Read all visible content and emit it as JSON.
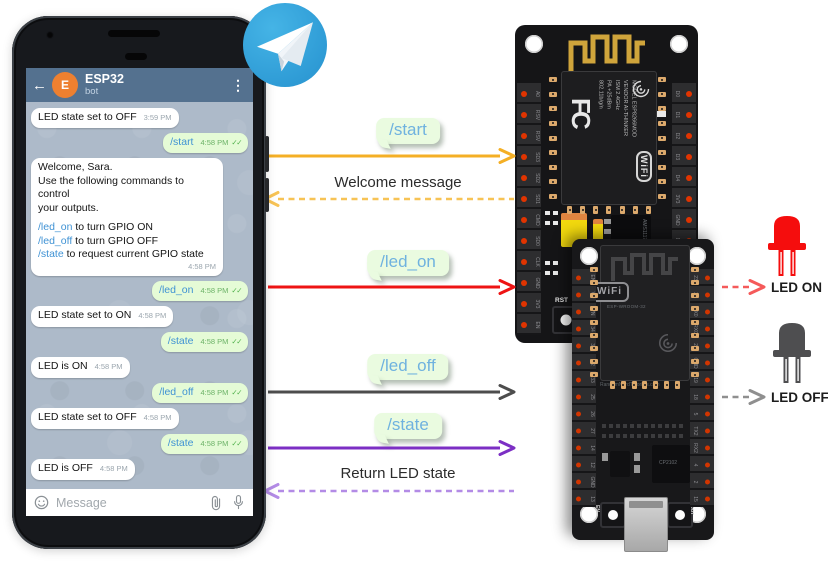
{
  "telegram_app": {
    "glyphs": {
      "back": "←",
      "menu": "⋮",
      "ticks": "✓✓"
    },
    "header": {
      "title": "ESP32",
      "subtitle": "bot",
      "avatar_letter": "E"
    },
    "messages": [
      {
        "dir": "in",
        "lines": [
          {
            "text": "LED state set to OFF"
          }
        ],
        "time": "3:59 PM"
      },
      {
        "dir": "out",
        "lines": [
          {
            "cmd": "/start"
          }
        ],
        "time": "4:58 PM",
        "ticks": true
      },
      {
        "dir": "in",
        "lines": [
          {
            "text": "Welcome, Sara."
          },
          {
            "text": "Use the following commands to control"
          },
          {
            "text": "your outputs."
          },
          {
            "gap": true
          },
          {
            "cmd": "/led_on",
            "text": " to turn GPIO ON"
          },
          {
            "cmd": "/led_off",
            "text": " to turn GPIO OFF"
          },
          {
            "cmd": "/state",
            "text": " to request current GPIO state"
          }
        ],
        "time": "4:58 PM"
      },
      {
        "dir": "out",
        "lines": [
          {
            "cmd": "/led_on"
          }
        ],
        "time": "4:58 PM",
        "ticks": true
      },
      {
        "dir": "in",
        "lines": [
          {
            "text": "LED state set to ON"
          }
        ],
        "time": "4:58 PM"
      },
      {
        "dir": "out",
        "lines": [
          {
            "cmd": "/state"
          }
        ],
        "time": "4:58 PM",
        "ticks": true
      },
      {
        "dir": "in",
        "lines": [
          {
            "text": "LED is ON"
          }
        ],
        "time": "4:58 PM"
      },
      {
        "dir": "out",
        "lines": [
          {
            "cmd": "/led_off"
          }
        ],
        "time": "4:58 PM",
        "ticks": true
      },
      {
        "dir": "in",
        "lines": [
          {
            "text": "LED state set to OFF"
          }
        ],
        "time": "4:58 PM"
      },
      {
        "dir": "out",
        "lines": [
          {
            "cmd": "/state"
          }
        ],
        "time": "4:58 PM",
        "ticks": true
      },
      {
        "dir": "in",
        "lines": [
          {
            "text": "LED is OFF"
          }
        ],
        "time": "4:58 PM"
      }
    ],
    "composer": {
      "placeholder": "Message"
    }
  },
  "flows": [
    {
      "kind": "command",
      "label": "/start",
      "color": "#F4AF25"
    },
    {
      "kind": "response",
      "label": "Welcome message",
      "color": "#F7C355"
    },
    {
      "kind": "command",
      "label": "/led_on",
      "color": "#EE1414"
    },
    {
      "kind": "command",
      "label": "/led_off",
      "color": "#4D4D4D"
    },
    {
      "kind": "command",
      "label": "/state",
      "color": "#7C2FC4"
    },
    {
      "kind": "response",
      "label": "Return LED state",
      "color": "#B38BE6"
    }
  ],
  "boards": {
    "esp8266": {
      "silkscreen": {
        "fcc": "FC",
        "specs": "MODEL  ESP8266MOD\nVENDOR  AI-THINKER\nISM 2.4GHz\nPA +25dBm\n802.11b/g/n",
        "wifi_badge": "WiFi",
        "regulator": "AMS1117",
        "reset_label": "RST"
      },
      "left_pins": [
        "A0",
        "RSV",
        "RSV",
        "SD3",
        "SD2",
        "SD1",
        "CMD",
        "SD0",
        "CLK",
        "GND",
        "3V3",
        "EN"
      ],
      "right_pins": [
        "D0",
        "D1",
        "D2",
        "D3",
        "D4",
        "3V3",
        "GND",
        "D5"
      ]
    },
    "esp32": {
      "silkscreen": {
        "wifi_badge": "WiFi",
        "module": "ESP-WROOM-32",
        "usb_chip": "CP2102",
        "site": "RandomNerdTutorials.com",
        "en_label": "EN",
        "boot_label": "BOOT"
      },
      "left_pins": [
        "EN",
        "VP",
        "VN",
        "34",
        "35",
        "32",
        "33",
        "25",
        "26",
        "27",
        "14",
        "12",
        "GND",
        "13"
      ],
      "right_pins": [
        "23",
        "22",
        "TX0",
        "RX0",
        "21",
        "GND",
        "19",
        "18",
        "5",
        "TX2",
        "RX2",
        "4",
        "2",
        "15"
      ]
    }
  },
  "led_states": [
    {
      "label": "LED ON",
      "led_color": "#F50D0D",
      "arrow_color": "#F55A5A"
    },
    {
      "label": "LED OFF",
      "led_color": "#4E4E50",
      "arrow_color": "#8F8F8F"
    }
  ],
  "colors": {
    "telegram_blue": "#38A9E1",
    "header": "#54718F",
    "chat_background": "#ADBAC9",
    "outgoing_bubble": "#E5FBD6",
    "incoming_bubble": "#FFFFFF",
    "command_text": "#3F92D4",
    "diagram_bubble": "#EAFBE0"
  }
}
